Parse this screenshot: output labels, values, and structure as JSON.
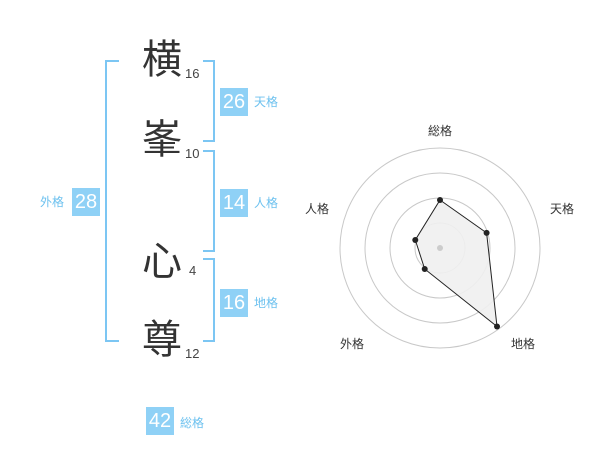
{
  "name": {
    "chars": [
      {
        "char": "横",
        "strokes": "16"
      },
      {
        "char": "峯",
        "strokes": "10"
      },
      {
        "char": "心",
        "strokes": "4"
      },
      {
        "char": "尊",
        "strokes": "12"
      }
    ]
  },
  "fortune": {
    "tenkaku": {
      "value": "26",
      "label": "天格"
    },
    "jinkaku": {
      "value": "14",
      "label": "人格"
    },
    "chikaku": {
      "value": "16",
      "label": "地格"
    },
    "gaikaku": {
      "value": "28",
      "label": "外格"
    },
    "soukaku": {
      "value": "42",
      "label": "総格"
    }
  },
  "radar": {
    "axes": [
      "総格",
      "天格",
      "地格",
      "外格",
      "人格"
    ],
    "values": [
      0.48,
      0.49,
      0.97,
      0.26,
      0.26
    ],
    "rings": 4
  },
  "colors": {
    "accent": "#8fd1f6",
    "bracket": "#7cc6f3",
    "label": "#6cc1ef"
  }
}
